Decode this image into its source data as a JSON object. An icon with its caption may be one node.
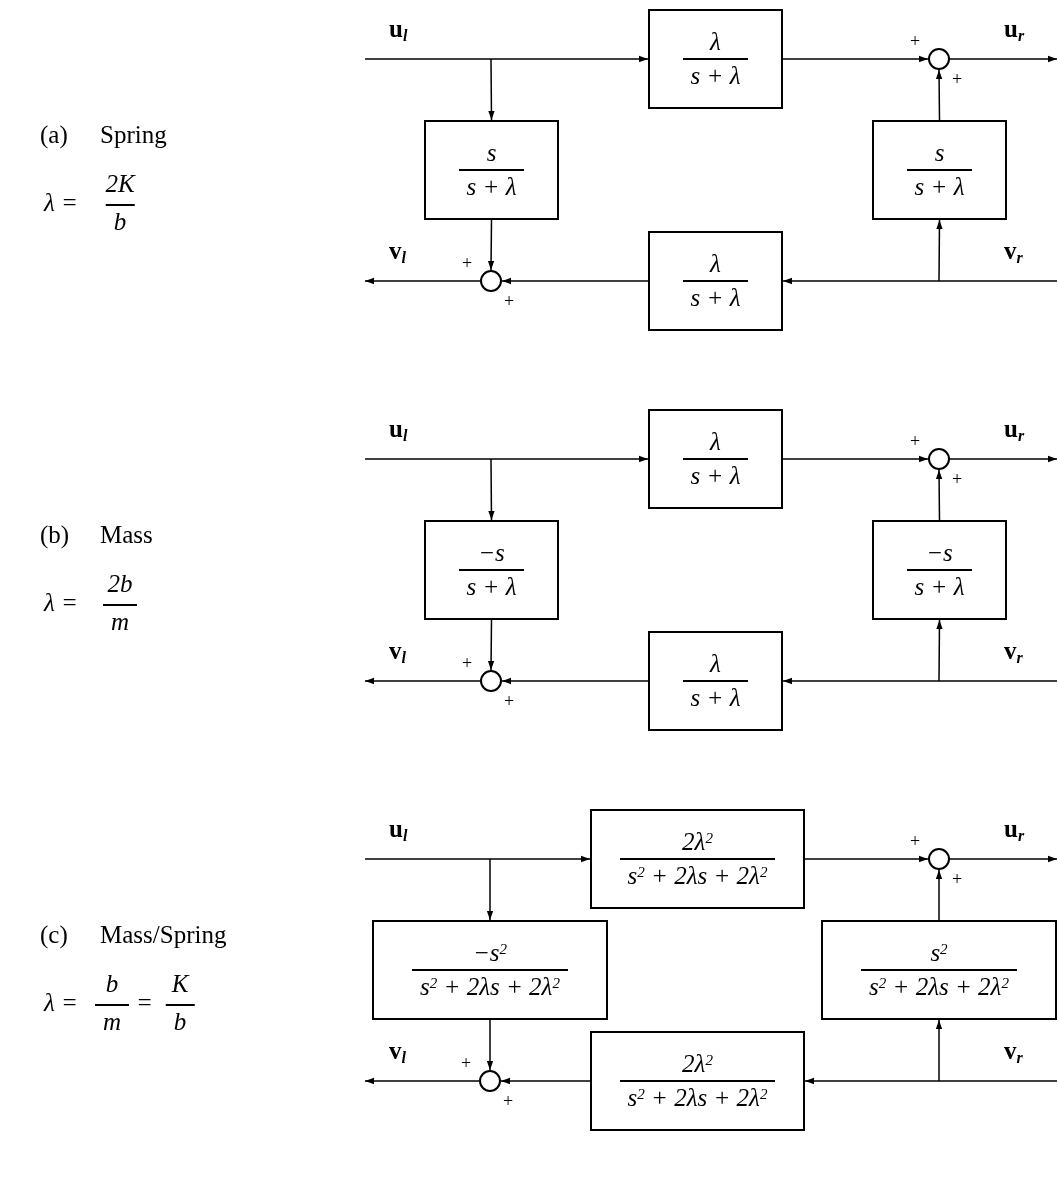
{
  "diagram": {
    "nodes": [
      {
        "text": [
          "λ",
          "s + λ"
        ]
      },
      {
        "text": [],
        "shape": "circle"
      },
      {
        "text": [
          "s",
          "s + λ"
        ]
      },
      {
        "text": [
          "s",
          "s + λ"
        ]
      },
      {
        "text": [],
        "shape": "circle"
      },
      {
        "text": [
          "λ",
          "s + λ"
        ]
      },
      {
        "text": [
          "λ",
          "s + λ"
        ]
      },
      {
        "text": [],
        "shape": "circle"
      },
      {
        "text": [
          "−s",
          "s + λ"
        ]
      },
      {
        "text": [
          "−s",
          "s + λ"
        ]
      },
      {
        "text": [],
        "shape": "circle"
      },
      {
        "text": [
          "λ",
          "s + λ"
        ]
      },
      {
        "text": [
          "2λ$^{2}$",
          "s$^{2}$ + 2λs + 2λ$^{2}$"
        ]
      },
      {
        "text": [],
        "shape": "circle"
      },
      {
        "text": [
          "−s$^{2}$",
          "s$^{2}$ + 2λs + 2λ$^{2}$"
        ]
      },
      {
        "text": [
          "s$^{2}$",
          "s$^{2}$ + 2λs + 2λ$^{2}$"
        ]
      },
      {
        "text": [],
        "shape": "circle"
      },
      {
        "text": [
          "2λ$^{2}$",
          "s$^{2}$ + 2λs + 2λ$^{2}$"
        ]
      }
    ],
    "edges": [
      {
        "from": null,
        "to": 0,
        "arrow": "to",
        "label": "u$_{l}$"
      },
      {
        "from": null,
        "to": 2,
        "arrow": "to"
      },
      {
        "from": 0,
        "to": 1,
        "arrow": "to"
      },
      {
        "from": 3,
        "to": 1,
        "arrow": "to"
      },
      {
        "from": 1,
        "to": null,
        "arrow": "to",
        "label": "u$_{r}$"
      },
      {
        "from": null,
        "to": 5,
        "arrow": "to",
        "label": "v$_{r}$"
      },
      {
        "from": null,
        "to": 3,
        "arrow": "to"
      },
      {
        "from": 5,
        "to": 4,
        "arrow": "to"
      },
      {
        "from": 2,
        "to": 4,
        "arrow": "to"
      },
      {
        "from": 4,
        "to": null,
        "arrow": "to",
        "label": "v$_{l}$"
      },
      {
        "from": null,
        "to": 6,
        "arrow": "to",
        "label": "u$_{l}$"
      },
      {
        "from": null,
        "to": 8,
        "arrow": "to"
      },
      {
        "from": 6,
        "to": 7,
        "arrow": "to"
      },
      {
        "from": 9,
        "to": 7,
        "arrow": "to"
      },
      {
        "from": 7,
        "to": null,
        "arrow": "to",
        "label": "u$_{r}$"
      },
      {
        "from": null,
        "to": 11,
        "arrow": "to",
        "label": "v$_{r}$"
      },
      {
        "from": null,
        "to": 9,
        "arrow": "to"
      },
      {
        "from": 11,
        "to": 10,
        "arrow": "to"
      },
      {
        "from": 8,
        "to": 10,
        "arrow": "to"
      },
      {
        "from": 10,
        "to": null,
        "arrow": "to",
        "label": "v$_{l}$"
      },
      {
        "from": null,
        "to": 12,
        "arrow": "to",
        "label": "u$_{l}$"
      },
      {
        "from": null,
        "to": 14,
        "arrow": "to"
      },
      {
        "from": 12,
        "to": 13,
        "arrow": "to"
      },
      {
        "from": 15,
        "to": 13,
        "arrow": "to"
      },
      {
        "from": 13,
        "to": null,
        "arrow": "to",
        "label": "u$_{r}$"
      },
      {
        "from": null,
        "to": 17,
        "arrow": "to",
        "label": "v$_{r}$"
      },
      {
        "from": null,
        "to": 15,
        "arrow": "to"
      },
      {
        "from": 17,
        "to": 16,
        "arrow": "to"
      },
      {
        "from": 14,
        "to": 16,
        "arrow": "to"
      },
      {
        "from": 16,
        "to": null,
        "arrow": "to",
        "label": "v$_{l}$"
      }
    ],
    "labels": [
      "(a)",
      "Spring",
      "λ =",
      "2K",
      "b",
      "+",
      "+",
      "+",
      "+",
      "(b)",
      "Mass",
      "λ =",
      "2b",
      "m",
      "+",
      "+",
      "+",
      "+",
      "(c)",
      "Mass/Spring",
      "λ =",
      "b",
      "m",
      "=",
      "K",
      "b",
      "+",
      "+",
      "+",
      "+"
    ]
  }
}
